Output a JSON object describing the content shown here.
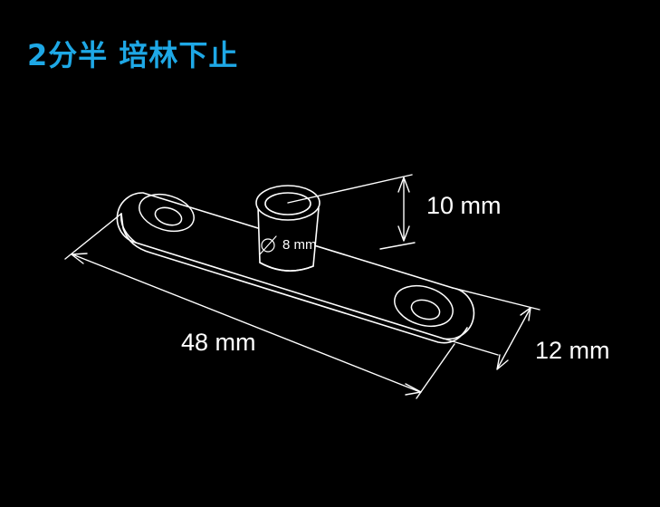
{
  "title": "2分半 培林下止",
  "dimensions": {
    "height": "10 mm",
    "width": "12 mm",
    "length": "48 mm",
    "diameter": "8 mm",
    "diameter_symbol": "∅"
  },
  "colors": {
    "title": "#1ea8e6",
    "lines": "#ffffff",
    "background": "#000000"
  }
}
